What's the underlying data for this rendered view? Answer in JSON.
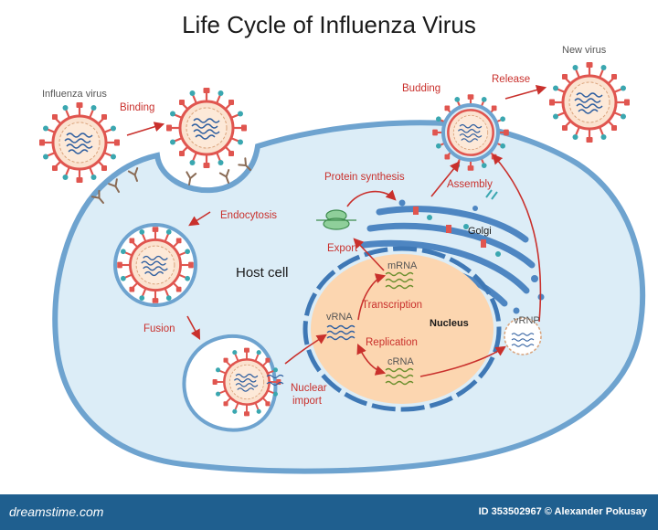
{
  "title": "Life Cycle of Influenza Virus",
  "labels": {
    "influenza_virus": "Influenza virus",
    "binding": "Binding",
    "endocytosis": "Endocytosis",
    "fusion": "Fusion",
    "nuclear_import_1": "Nuclear",
    "nuclear_import_2": "import",
    "host_cell": "Host cell",
    "nucleus": "Nucleus",
    "vrna": "vRNA",
    "mrna": "mRNA",
    "crna": "cRNA",
    "transcription": "Transcription",
    "replication": "Replication",
    "export": "Export",
    "protein_synthesis": "Protein synthesis",
    "assembly": "Assembly",
    "golgi": "Golgi",
    "vrnp": "vRNP",
    "budding": "Budding",
    "release": "Release",
    "new_virus": "New virus"
  },
  "footer": {
    "brand": "dreamstime.com",
    "credit": "ID 353502967 © Alexander Pokusay"
  },
  "colors": {
    "cell_fill": "#dcedf7",
    "cell_stroke": "#6ea3cf",
    "nucleus_fill": "#fcd6b0",
    "nucleus_stroke": "#3f78b5",
    "arrow": "#c9302c",
    "spike_red": "#e0554f",
    "spike_teal": "#3aa7b0",
    "footer_bg": "#1f5f8f"
  }
}
